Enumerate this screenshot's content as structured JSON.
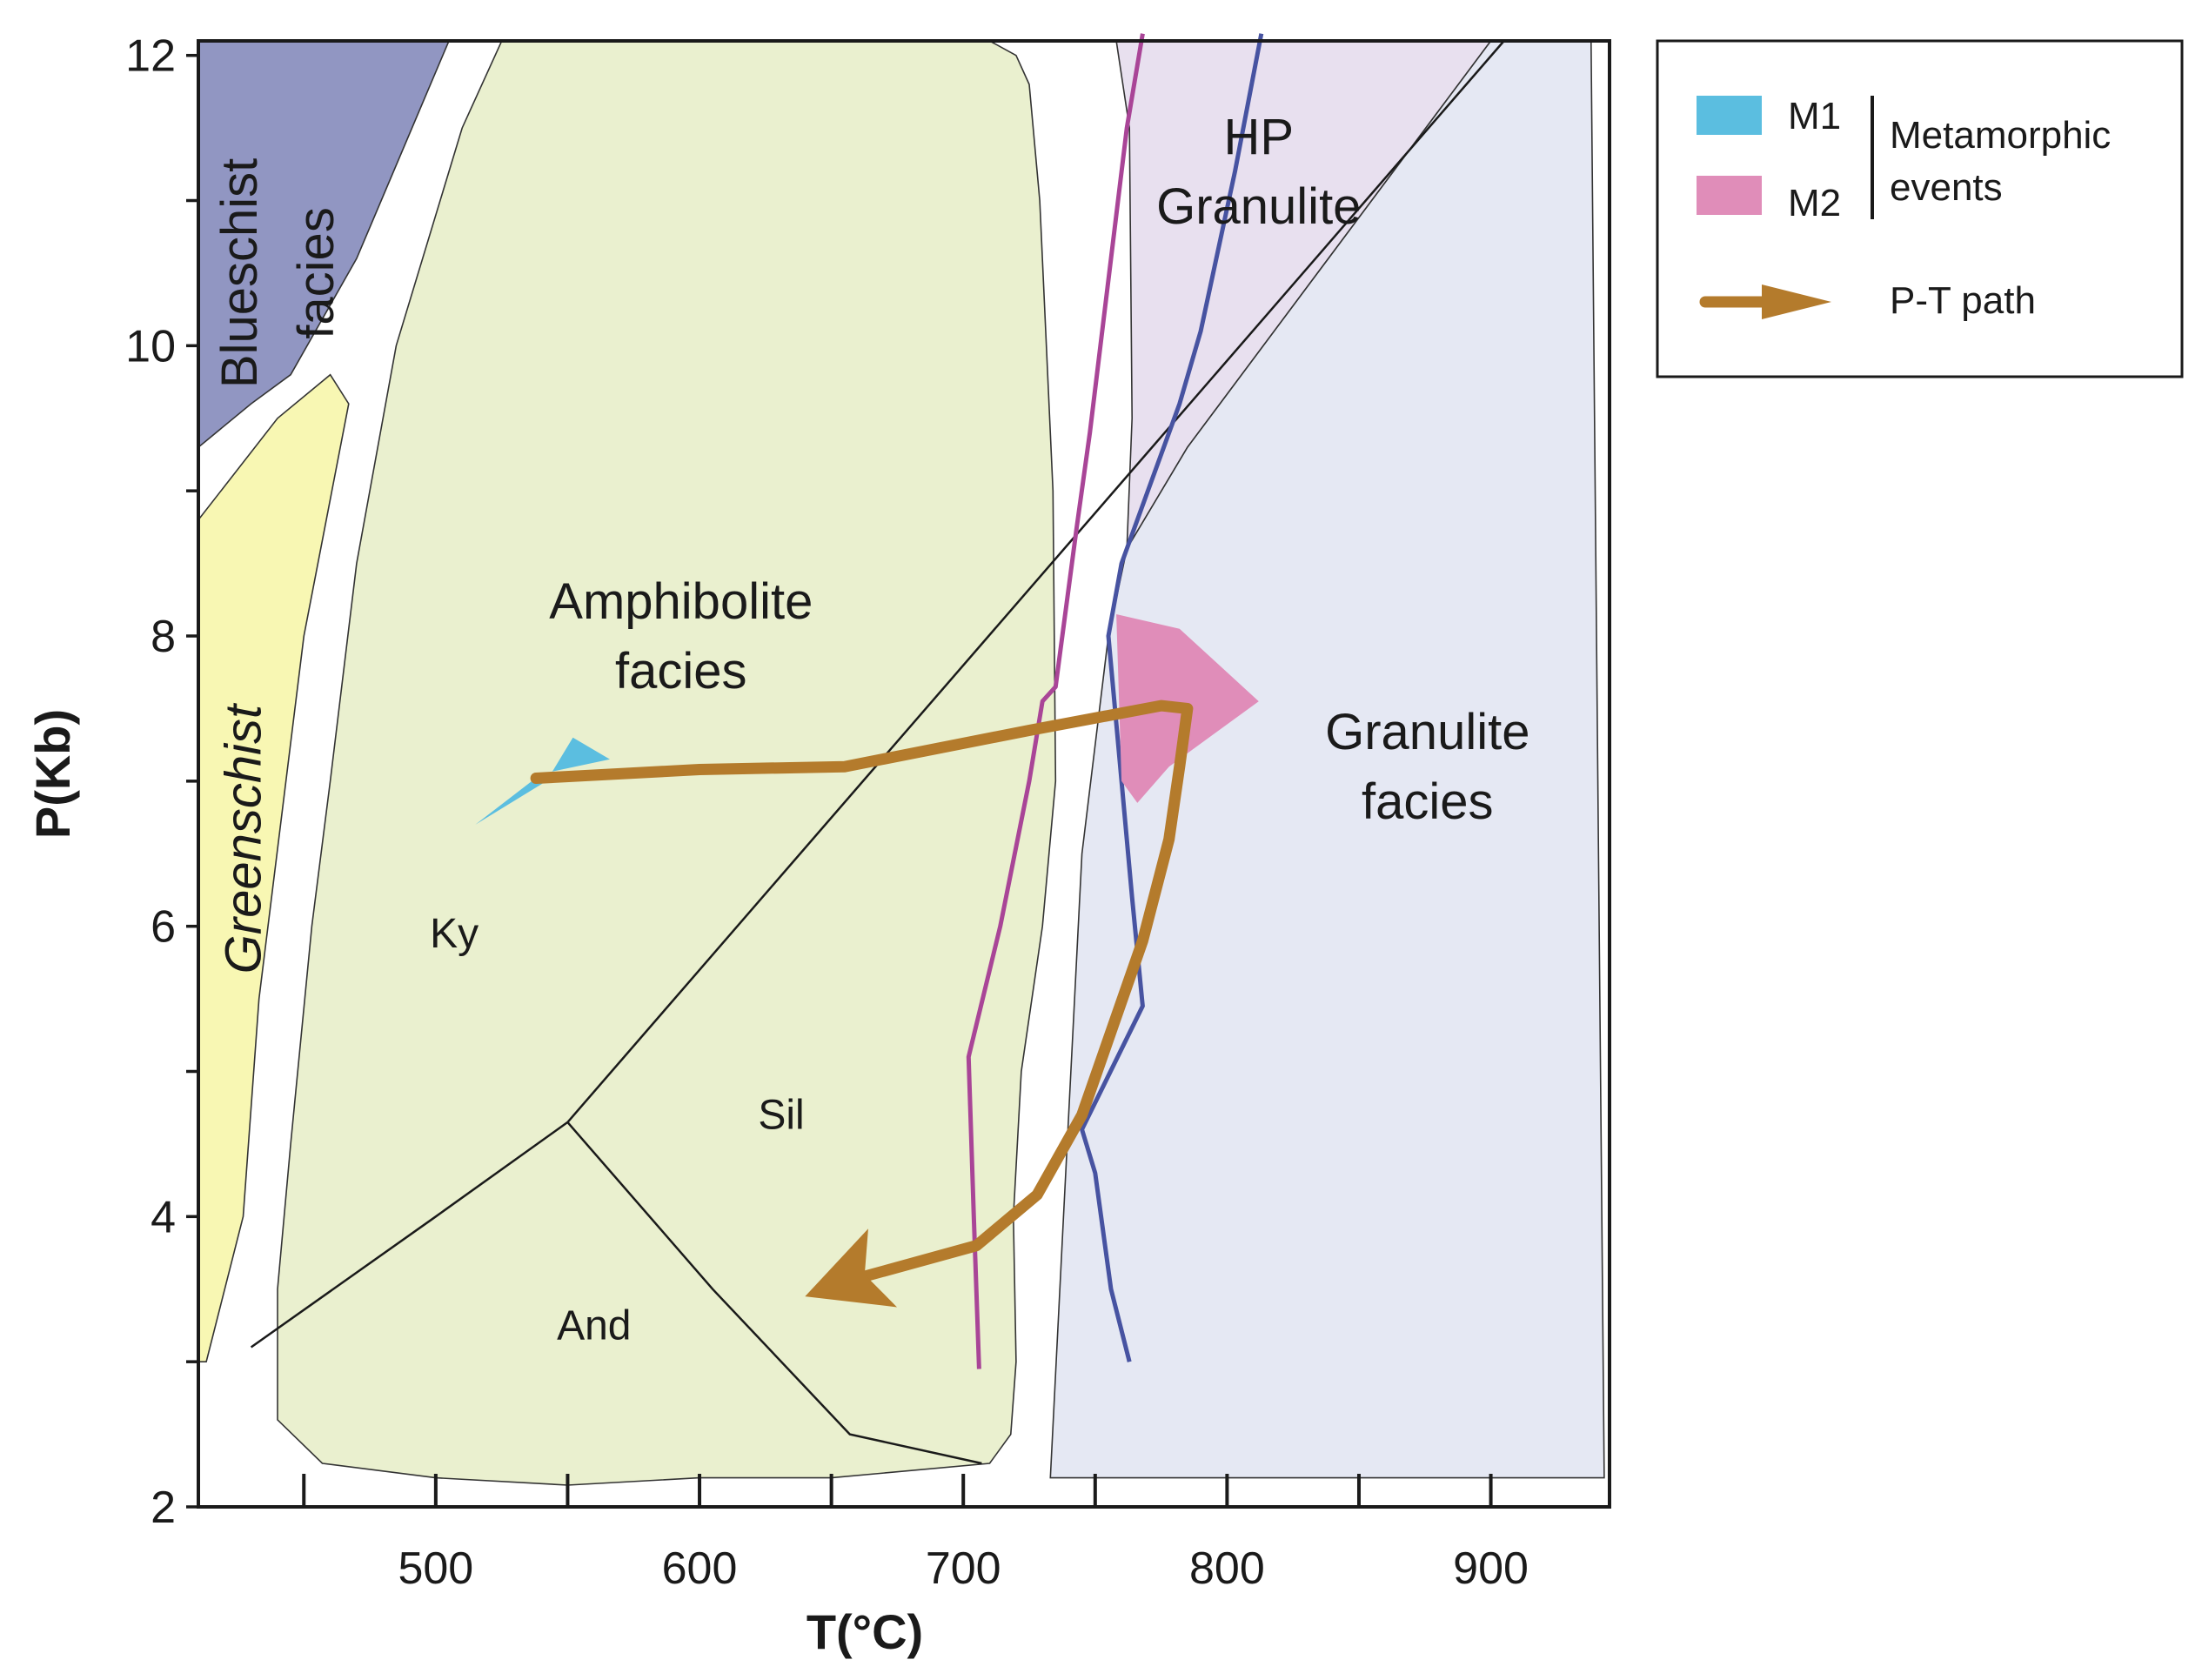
{
  "chart_data": {
    "type": "phase-diagram",
    "xlabel": "T(°C)",
    "ylabel": "P(Kb)",
    "xlim": [
      410,
      945
    ],
    "ylim": [
      2,
      12.1
    ],
    "x_ticks": [
      450,
      500,
      550,
      600,
      650,
      700,
      750,
      800,
      850,
      900
    ],
    "x_tick_labels": [
      {
        "value": 500,
        "label": "500"
      },
      {
        "value": 600,
        "label": "600"
      },
      {
        "value": 700,
        "label": "700"
      },
      {
        "value": 800,
        "label": "800"
      },
      {
        "value": 900,
        "label": "900"
      }
    ],
    "y_ticks": [
      3,
      5,
      7,
      9,
      11
    ],
    "y_tick_labels": [
      {
        "value": 2,
        "label": "2"
      },
      {
        "value": 4,
        "label": "4"
      },
      {
        "value": 6,
        "label": "6"
      },
      {
        "value": 8,
        "label": "8"
      },
      {
        "value": 10,
        "label": "10"
      },
      {
        "value": 12,
        "label": "12"
      }
    ],
    "regions": [
      {
        "id": "blueschist",
        "lines": [
          "Blueschist",
          "facies"
        ],
        "color": "#9196c2",
        "rotated": true,
        "label_at": [
          440,
          10.5
        ],
        "points": [
          [
            410,
            12.1
          ],
          [
            505,
            12.1
          ],
          [
            470,
            10.6
          ],
          [
            445,
            9.8
          ],
          [
            430,
            9.6
          ],
          [
            410,
            9.3
          ]
        ]
      },
      {
        "id": "greenschist",
        "lines": [
          "Greenschist"
        ],
        "color": "#f8f7b3",
        "rotated": true,
        "italic": true,
        "label_at": [
          427,
          6.6
        ],
        "points": [
          [
            410,
            8.8
          ],
          [
            440,
            9.5
          ],
          [
            460,
            9.8
          ],
          [
            467,
            9.6
          ],
          [
            450,
            8.0
          ],
          [
            433,
            5.5
          ],
          [
            427,
            4.0
          ],
          [
            413,
            3.0
          ],
          [
            410,
            3.0
          ]
        ]
      },
      {
        "id": "amphibolite",
        "lines": [
          "Amphibolite",
          "facies"
        ],
        "color": "#eaf0cf",
        "label_at": [
          593,
          8.0
        ],
        "points": [
          [
            525,
            12.1
          ],
          [
            710,
            12.1
          ],
          [
            720,
            12.0
          ],
          [
            725,
            11.8
          ],
          [
            729,
            11.0
          ],
          [
            734,
            9.0
          ],
          [
            735,
            7.0
          ],
          [
            730,
            6.0
          ],
          [
            722,
            5.0
          ],
          [
            719,
            4.0
          ],
          [
            720,
            3.0
          ],
          [
            718,
            2.5
          ],
          [
            710,
            2.3
          ],
          [
            650,
            2.2
          ],
          [
            600,
            2.2
          ],
          [
            550,
            2.15
          ],
          [
            500,
            2.2
          ],
          [
            457,
            2.3
          ],
          [
            440,
            2.6
          ],
          [
            440,
            3.5
          ],
          [
            445,
            4.5
          ],
          [
            453,
            6.0
          ],
          [
            460,
            7.0
          ],
          [
            470,
            8.5
          ],
          [
            485,
            10.0
          ],
          [
            510,
            11.5
          ]
        ]
      },
      {
        "id": "hp-granulite",
        "lines": [
          "HP",
          "Granulite"
        ],
        "color": "#e8e0ef",
        "label_at": [
          812,
          11.2
        ],
        "points": [
          [
            758,
            12.1
          ],
          [
            900,
            12.1
          ],
          [
            785,
            9.3
          ],
          [
            762,
            8.6
          ],
          [
            764,
            9.5
          ],
          [
            763,
            11.5
          ]
        ]
      },
      {
        "id": "granulite",
        "lines": [
          "Granulite",
          "facies"
        ],
        "color": "#e5e8f3",
        "label_at": [
          876,
          7.1
        ],
        "points": [
          [
            900,
            12.1
          ],
          [
            938,
            12.1
          ],
          [
            943,
            2.2
          ],
          [
            733,
            2.2
          ],
          [
            738,
            4.0
          ],
          [
            745,
            6.5
          ],
          [
            755,
            8.0
          ],
          [
            762,
            8.6
          ],
          [
            785,
            9.3
          ]
        ]
      }
    ],
    "reaction_lines": [
      {
        "id": "triple-to-ky-sil",
        "points": [
          [
            550,
            4.65
          ],
          [
            905,
            12.1
          ]
        ]
      },
      {
        "id": "and-ky",
        "points": [
          [
            430,
            3.1
          ],
          [
            500,
            4.0
          ],
          [
            550,
            4.65
          ]
        ]
      },
      {
        "id": "and-sil",
        "points": [
          [
            550,
            4.65
          ],
          [
            605,
            3.5
          ],
          [
            657,
            2.5
          ],
          [
            707,
            2.3
          ]
        ]
      }
    ],
    "mineral_labels": [
      {
        "text": "Ky",
        "at": [
          507,
          5.95
        ]
      },
      {
        "text": "Sil",
        "at": [
          631,
          4.7
        ]
      },
      {
        "text": "And",
        "at": [
          560,
          3.25
        ]
      }
    ],
    "curves": [
      {
        "id": "purple-curve",
        "color": "#a94597",
        "points": [
          [
            706,
            2.95
          ],
          [
            704,
            4.0
          ],
          [
            702,
            5.1
          ],
          [
            714,
            6.0
          ],
          [
            725,
            7.0
          ],
          [
            730,
            7.55
          ],
          [
            735,
            7.65
          ],
          [
            743,
            8.75
          ],
          [
            748,
            9.4
          ],
          [
            756,
            10.6
          ],
          [
            762,
            11.5
          ],
          [
            768,
            12.15
          ]
        ]
      },
      {
        "id": "blue-curve",
        "color": "#4753a1",
        "points": [
          [
            763,
            3.0
          ],
          [
            756,
            3.5
          ],
          [
            750,
            4.3
          ],
          [
            745,
            4.6
          ],
          [
            768,
            5.45
          ],
          [
            764,
            6.2
          ],
          [
            760,
            7.0
          ],
          [
            755,
            8.0
          ],
          [
            760,
            8.5
          ],
          [
            770,
            9.0
          ],
          [
            782,
            9.6
          ],
          [
            790,
            10.1
          ],
          [
            803,
            11.2
          ],
          [
            813,
            12.15
          ]
        ]
      }
    ],
    "events": [
      {
        "id": "M1",
        "label": "M1",
        "color": "#5bbee0",
        "points": [
          [
            515,
            6.7
          ],
          [
            542,
            7.0
          ],
          [
            552,
            7.3
          ],
          [
            566,
            7.15
          ],
          [
            540,
            7.05
          ]
        ]
      },
      {
        "id": "M2",
        "label": "M2",
        "color": "#e08db9",
        "points": [
          [
            758,
            8.15
          ],
          [
            782,
            8.05
          ],
          [
            812,
            7.55
          ],
          [
            778,
            7.1
          ],
          [
            766,
            6.85
          ],
          [
            760,
            7.0
          ]
        ]
      }
    ],
    "pt_path": {
      "label": "P-T path",
      "color": "#b47b2c",
      "points": [
        [
          538,
          7.02
        ],
        [
          600,
          7.08
        ],
        [
          655,
          7.1
        ],
        [
          725,
          7.35
        ],
        [
          775,
          7.52
        ],
        [
          785,
          7.5
        ],
        [
          782,
          7.1
        ],
        [
          778,
          6.6
        ],
        [
          768,
          5.9
        ],
        [
          745,
          4.7
        ],
        [
          728,
          4.15
        ],
        [
          705,
          3.8
        ],
        [
          655,
          3.55
        ]
      ],
      "arrow_tip": [
        640,
        3.45
      ]
    },
    "legend": {
      "placement": "right",
      "events_label_lines": [
        "Metamorphic",
        "events"
      ],
      "items": [
        {
          "label": "M1",
          "color": "#5bbee0"
        },
        {
          "label": "M2",
          "color": "#e08db9"
        }
      ],
      "path_label": "P-T path"
    }
  }
}
